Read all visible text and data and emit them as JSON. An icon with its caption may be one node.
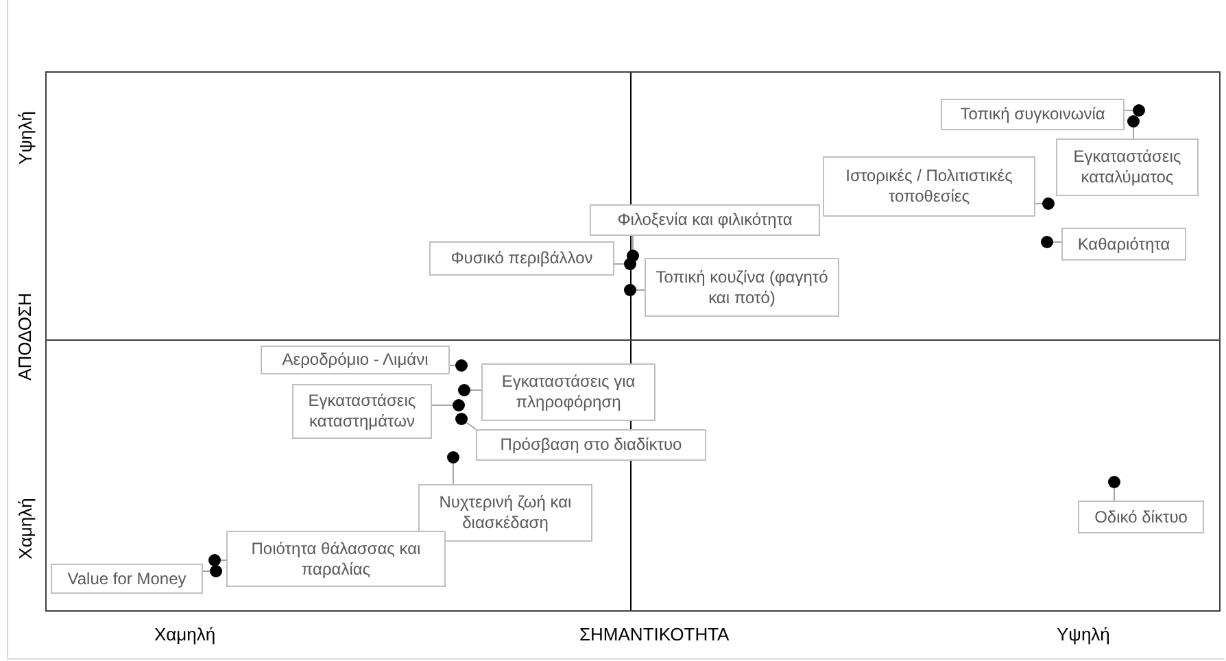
{
  "diagram": {
    "nodes": [
      {
        "text": [
          "Τοπική συγκοινωνία"
        ]
      },
      {
        "text": [],
        "shape": "circle"
      },
      {
        "text": [
          "Εγκαταστάσεις καταλύματος"
        ]
      },
      {
        "text": [],
        "shape": "circle"
      },
      {
        "text": [
          "Ιστορικές / Πολιτιστικές τοποθεσίες"
        ]
      },
      {
        "text": [],
        "shape": "circle"
      },
      {
        "text": [
          "Καθαριότητα"
        ]
      },
      {
        "text": [],
        "shape": "circle"
      },
      {
        "text": [
          "Φιλοξενία και φιλικότητα"
        ]
      },
      {
        "text": [],
        "shape": "circle"
      },
      {
        "text": [
          "Φυσικό περιβάλλον"
        ]
      },
      {
        "text": [],
        "shape": "circle"
      },
      {
        "text": [
          "Τοπική κουζίνα (φαγητό και ποτό)"
        ]
      },
      {
        "text": [],
        "shape": "circle"
      },
      {
        "text": [
          "Αεροδρόμιο - Λιμάνι"
        ]
      },
      {
        "text": [],
        "shape": "circle"
      },
      {
        "text": [
          "Εγκαταστάσεις για πληροφόρηση"
        ]
      },
      {
        "text": [],
        "shape": "circle"
      },
      {
        "text": [
          "Εγκαταστάσεις καταστημάτων"
        ]
      },
      {
        "text": [],
        "shape": "circle"
      },
      {
        "text": [
          "Πρόσβαση στο διαδίκτυο"
        ]
      },
      {
        "text": [],
        "shape": "circle"
      },
      {
        "text": [
          "Νυχτερινή ζωή και διασκέδαση"
        ]
      },
      {
        "text": [],
        "shape": "circle"
      },
      {
        "text": [
          "Ποιότητα θάλασσας και παραλίας"
        ]
      },
      {
        "text": [],
        "shape": "circle"
      },
      {
        "text": [
          "Value for Money"
        ]
      },
      {
        "text": [],
        "shape": "circle"
      },
      {
        "text": [
          "Οδικό δίκτυο"
        ]
      },
      {
        "text": [],
        "shape": "circle"
      }
    ],
    "edges": [
      {
        "from": 0,
        "to": 1,
        "arrow": "none"
      },
      {
        "from": 2,
        "to": 3,
        "arrow": "none"
      },
      {
        "from": 4,
        "to": 5,
        "arrow": "none"
      },
      {
        "from": 6,
        "to": 7,
        "arrow": "none"
      },
      {
        "from": 8,
        "to": 9,
        "arrow": "none"
      },
      {
        "from": 10,
        "to": 11,
        "arrow": "none"
      },
      {
        "from": 12,
        "to": 13,
        "arrow": "none"
      },
      {
        "from": 14,
        "to": 15,
        "arrow": "none"
      },
      {
        "from": 16,
        "to": 17,
        "arrow": "none"
      },
      {
        "from": 18,
        "to": 19,
        "arrow": "none"
      },
      {
        "from": 20,
        "to": 21,
        "arrow": "none"
      },
      {
        "from": 22,
        "to": 23,
        "arrow": "none"
      },
      {
        "from": 24,
        "to": 25,
        "arrow": "none"
      },
      {
        "from": 26,
        "to": 27,
        "arrow": "none"
      },
      {
        "from": 28,
        "to": 29,
        "arrow": "none"
      }
    ],
    "labels": [
      "Υψηλή",
      "ΑΠΟΔΟΣΗ",
      "Χαμηλή",
      "Χαμηλή",
      "ΣΗΜΑΝΤΙΚΟΤΗΤΑ",
      "Υψηλή"
    ]
  }
}
